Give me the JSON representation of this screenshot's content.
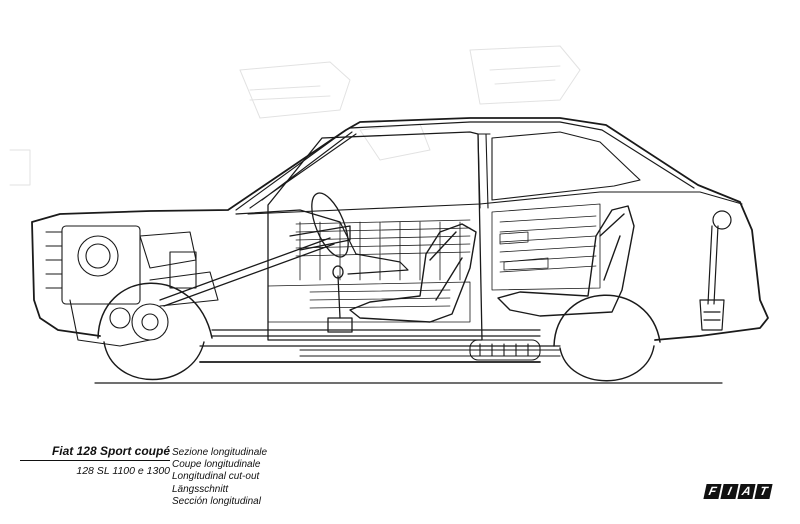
{
  "caption": {
    "title": "Fiat 128 Sport coupé",
    "subtitle": "128 SL 1100 e 1300"
  },
  "languages": [
    "Sezione longitudinale",
    "Coupe longitudinale",
    "Longitudinal cut-out",
    "Längsschnitt",
    "Sección longitudinal"
  ],
  "logo": {
    "letters": [
      "F",
      "I",
      "A",
      "T"
    ],
    "text": "FIAT"
  }
}
